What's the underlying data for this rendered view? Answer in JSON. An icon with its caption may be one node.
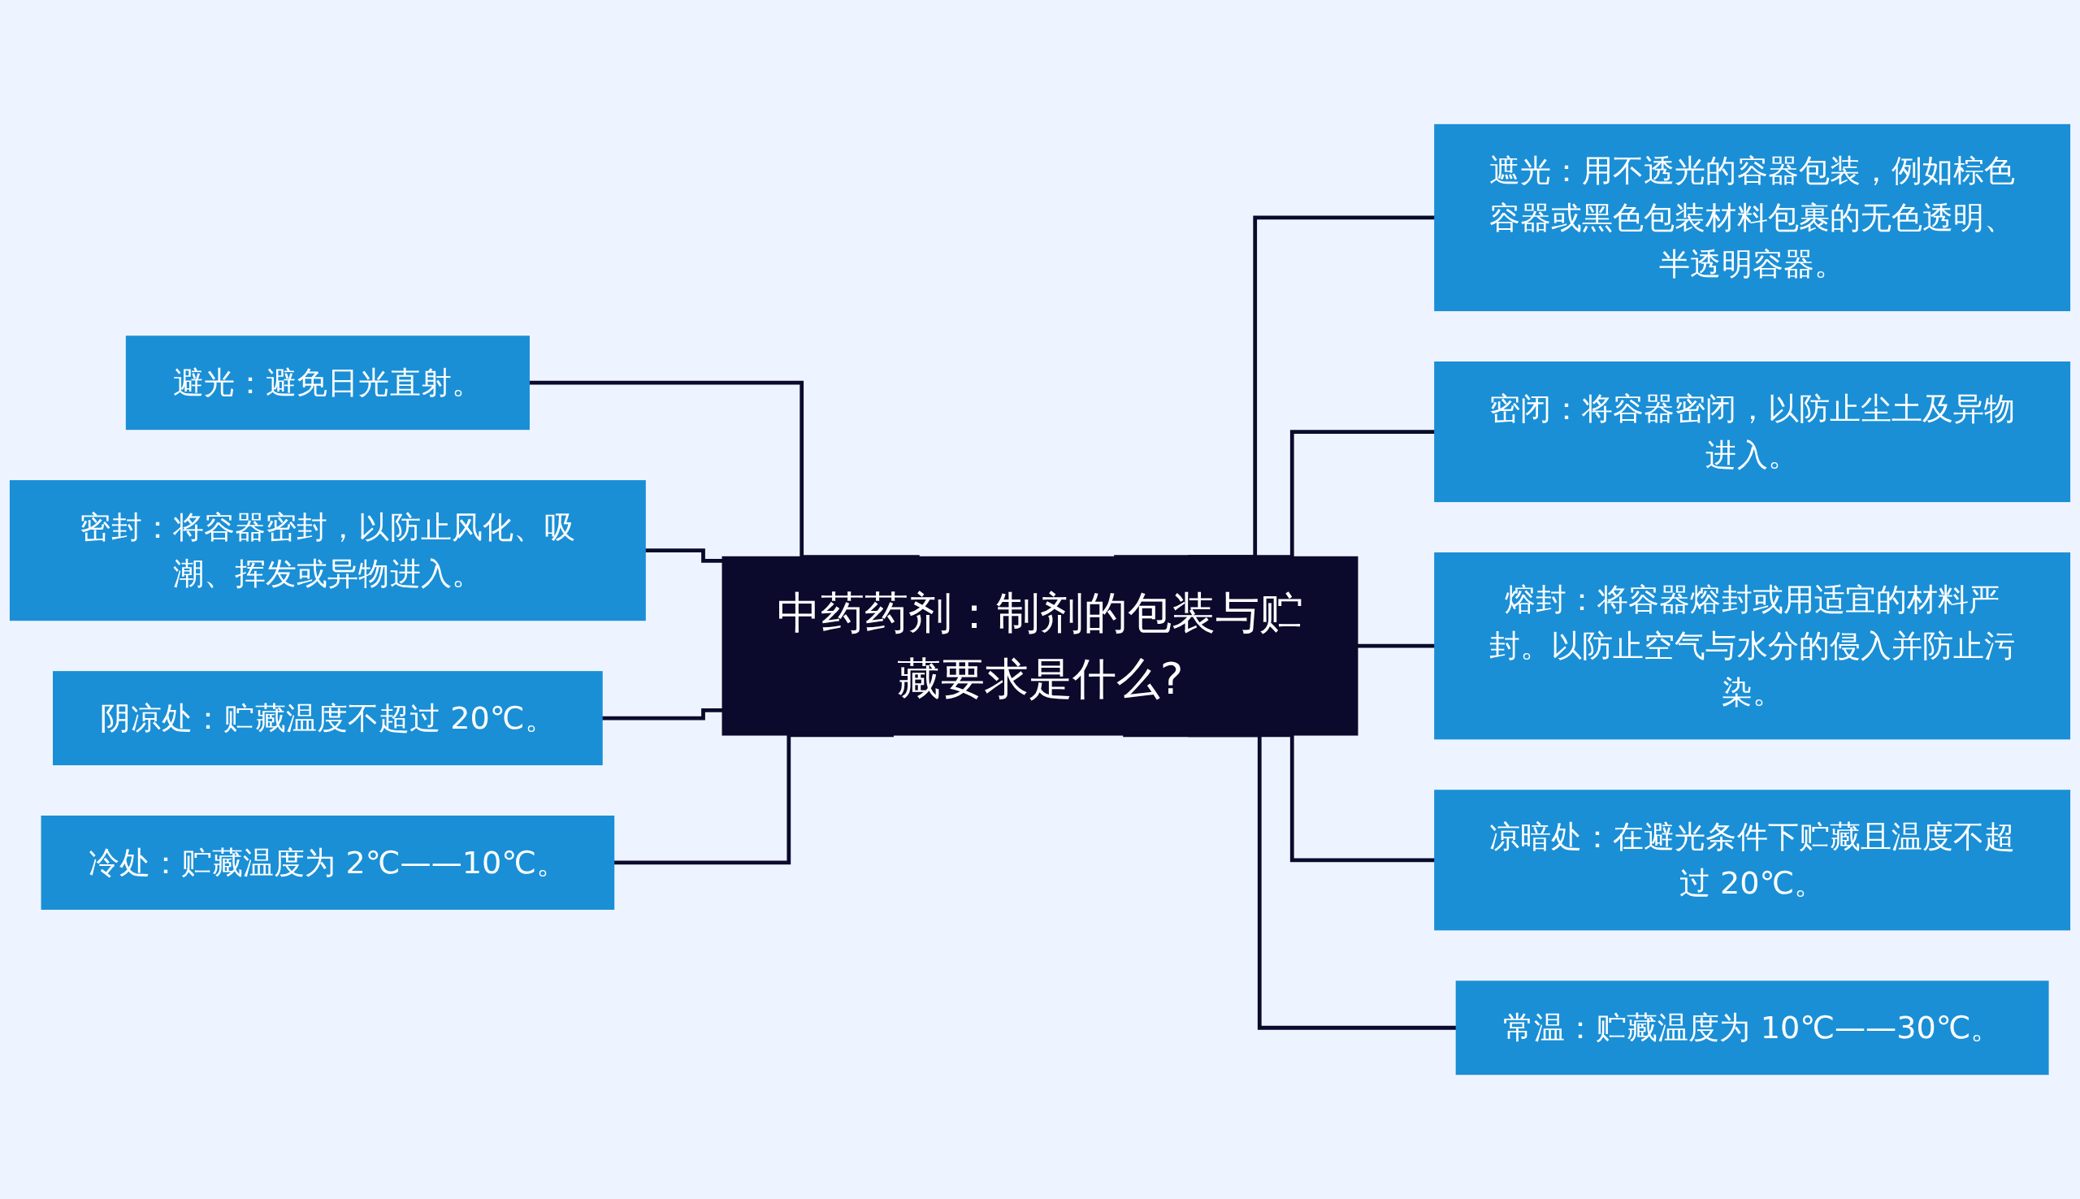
{
  "diagram": {
    "nodes": [
      {
        "text": [
          "中药药剂：制剂的包装与贮藏要求是什么?"
        ]
      },
      {
        "text": [
          "避光：避免日光直射。"
        ]
      },
      {
        "text": [
          "密封：将容器密封，以防止风化、吸潮、挥发或异物进入。"
        ]
      },
      {
        "text": [
          "阴凉处：贮藏温度不超过 20℃。"
        ]
      },
      {
        "text": [
          "冷处：贮藏温度为 2℃——10℃。"
        ]
      },
      {
        "text": [
          "遮光：用不透光的容器包装，例如棕色容器或黑色包装材料包裹的无色透明、半透明容器。"
        ]
      },
      {
        "text": [
          "密闭：将容器密闭，以防止尘土及异物进入。"
        ]
      },
      {
        "text": [
          "熔封：将容器熔封或用适宜的材料严封。以防止空气与水分的侵入并防止污染。"
        ]
      },
      {
        "text": [
          "凉暗处：在避光条件下贮藏且温度不超过 20℃。"
        ]
      },
      {
        "text": [
          "常温：贮藏温度为 10℃——30℃。"
        ]
      }
    ],
    "edges": [
      {
        "from": 0,
        "to": 1,
        "arrow": "none"
      },
      {
        "from": 0,
        "to": 2,
        "arrow": "none"
      },
      {
        "from": 0,
        "to": 3,
        "arrow": "none"
      },
      {
        "from": 0,
        "to": 4,
        "arrow": "none"
      },
      {
        "from": 0,
        "to": 5,
        "arrow": "none"
      },
      {
        "from": 0,
        "to": 6,
        "arrow": "none"
      },
      {
        "from": 0,
        "to": 7,
        "arrow": "none"
      },
      {
        "from": 0,
        "to": 8,
        "arrow": "none"
      },
      {
        "from": 0,
        "to": 9,
        "arrow": "none"
      }
    ]
  }
}
